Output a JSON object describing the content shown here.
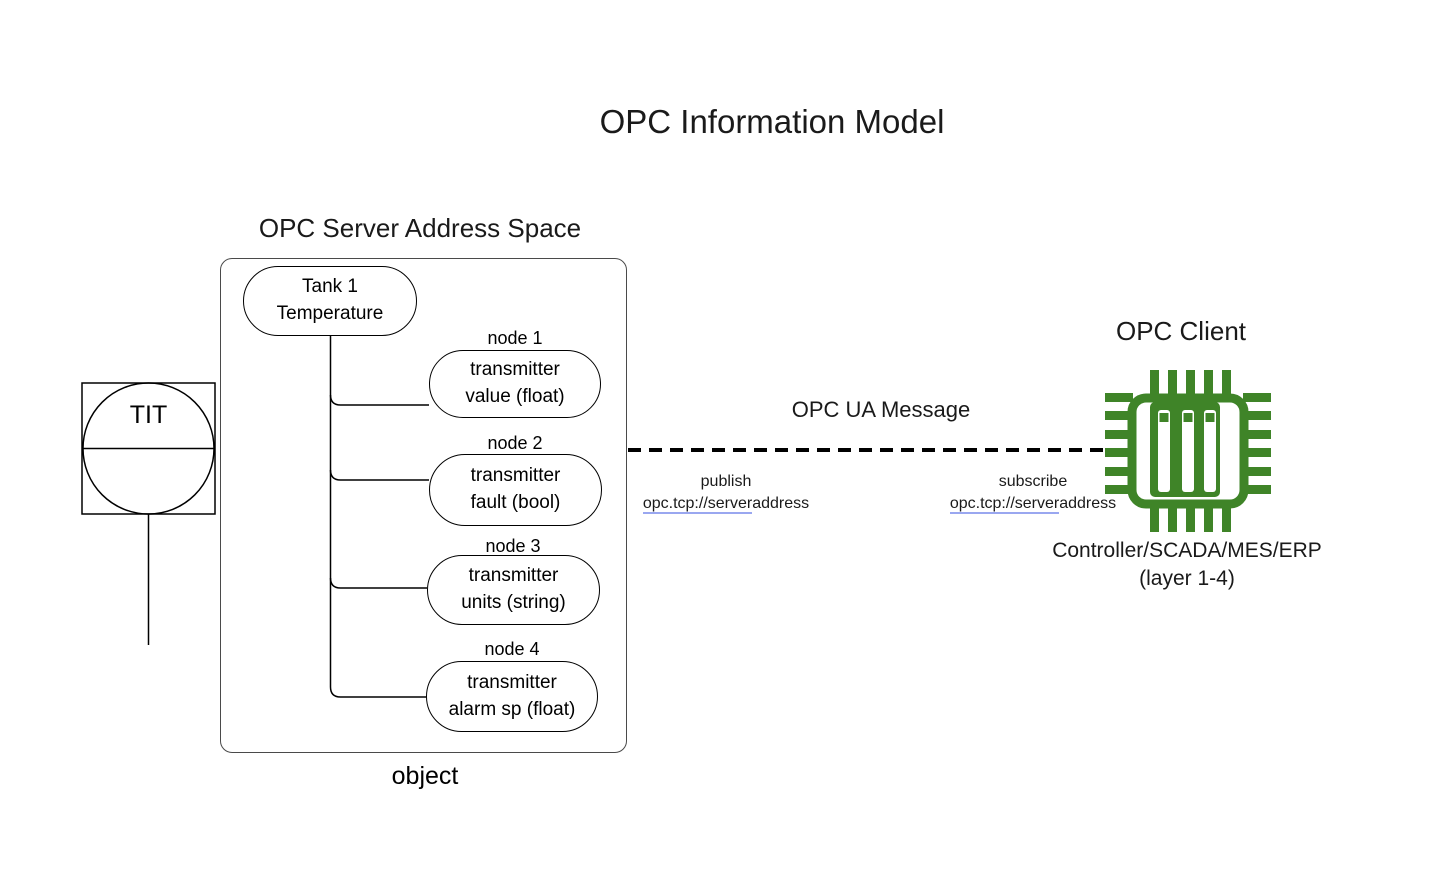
{
  "diagram_title": "OPC Information Model",
  "server": {
    "heading": "OPC Server Address Space",
    "footer_label": "object",
    "root": {
      "line1": "Tank 1",
      "line2": "Temperature"
    },
    "nodes": [
      {
        "tag": "node 1",
        "line1": "transmitter",
        "line2": "value (float)"
      },
      {
        "tag": "node 2",
        "line1": "transmitter",
        "line2": "fault (bool)"
      },
      {
        "tag": "node 3",
        "line1": "transmitter",
        "line2": "units (string)"
      },
      {
        "tag": "node 4",
        "line1": "transmitter",
        "line2": "alarm sp (float)"
      }
    ]
  },
  "instrument": {
    "tag": "TIT"
  },
  "link": {
    "title": "OPC UA Message",
    "publish": {
      "verb": "publish",
      "address_underlined": "opc.tcp://server",
      "address_tail": "address"
    },
    "subscribe": {
      "verb": "subscribe",
      "address_underlined": "opc.tcp://server",
      "address_tail": "address"
    }
  },
  "client": {
    "heading": "OPC Client",
    "caption1": "Controller/SCADA/MES/ERP",
    "caption2": "(layer 1-4)"
  },
  "colors": {
    "chip_green": "#3f8428",
    "link_underline": "#9aa7f0",
    "ink": "#000000"
  }
}
